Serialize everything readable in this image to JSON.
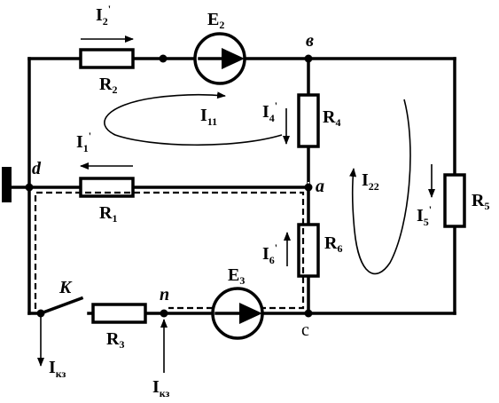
{
  "diagram": {
    "nodes": {
      "v": "в",
      "a": "a",
      "d": "d",
      "c": "c",
      "n": "n"
    },
    "switch_label": "K",
    "resistors": [
      {
        "id": "R2",
        "main": "R",
        "sub": "2"
      },
      {
        "id": "R1",
        "main": "R",
        "sub": "1"
      },
      {
        "id": "R3",
        "main": "R",
        "sub": "3"
      },
      {
        "id": "R4",
        "main": "R",
        "sub": "4"
      },
      {
        "id": "R6",
        "main": "R",
        "sub": "6"
      },
      {
        "id": "R5",
        "main": "R",
        "sub": "5"
      }
    ],
    "sources": [
      {
        "id": "E2",
        "main": "E",
        "sub": "2"
      },
      {
        "id": "E3",
        "main": "E",
        "sub": "3"
      }
    ],
    "currents": [
      {
        "id": "I2",
        "main": "I",
        "sub": "2",
        "prime": "'"
      },
      {
        "id": "I1",
        "main": "I",
        "sub": "1",
        "prime": "'"
      },
      {
        "id": "I4",
        "main": "I",
        "sub": "4",
        "prime": "'"
      },
      {
        "id": "I5",
        "main": "I",
        "sub": "5",
        "prime": "'"
      },
      {
        "id": "I6",
        "main": "I",
        "sub": "6",
        "prime": "'"
      }
    ],
    "loop_currents": [
      {
        "id": "I11",
        "main": "I",
        "sub": "11"
      },
      {
        "id": "I22",
        "main": "I",
        "sub": "22"
      }
    ],
    "short_circuit": [
      {
        "id": "Ikz_left",
        "main": "I",
        "sub": "кз"
      },
      {
        "id": "Ikz_right",
        "main": "I",
        "sub": "кз"
      }
    ]
  }
}
